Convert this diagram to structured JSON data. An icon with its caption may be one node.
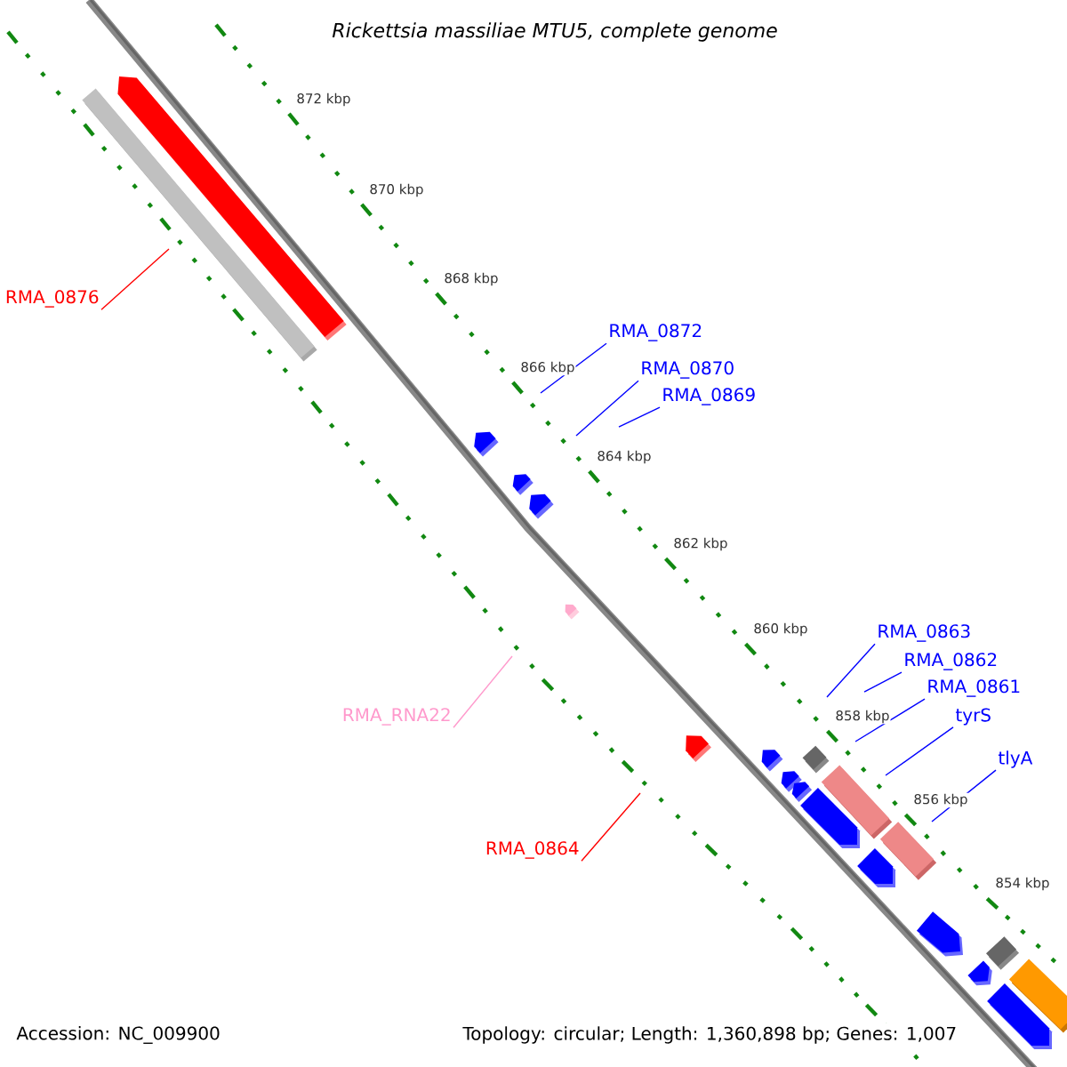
{
  "diagram": {
    "title": "*Rickettsia massiliae* MTU5, complete genome",
    "nodes": [
      {
        "text": [
          "RMA_0872"
        ]
      },
      {
        "text": [
          "RMA_0870"
        ]
      },
      {
        "text": [
          "RMA_0869"
        ]
      },
      {
        "text": [
          "RMA_0876"
        ]
      },
      {
        "text": [
          "RMA_0863"
        ]
      },
      {
        "text": [
          "RMA_0862"
        ]
      },
      {
        "text": [
          "RMA_0861"
        ]
      },
      {
        "text": [
          "RMA_RNA22"
        ]
      },
      {
        "text": [
          "tyrS"
        ]
      },
      {
        "text": [
          "tlyA"
        ]
      },
      {
        "text": [
          "RMA_0864"
        ]
      }
    ],
    "edges": [
      {
        "from": 0,
        "to": null,
        "arrow": "none"
      },
      {
        "from": 1,
        "to": null,
        "arrow": "none"
      },
      {
        "from": 2,
        "to": null,
        "arrow": "none"
      },
      {
        "from": 3,
        "to": null,
        "arrow": "none",
        "color": "#ff0000"
      },
      {
        "from": 4,
        "to": null,
        "arrow": "none"
      },
      {
        "from": 5,
        "to": null,
        "arrow": "none"
      },
      {
        "from": 6,
        "to": null,
        "arrow": "none"
      },
      {
        "from": 7,
        "to": null,
        "arrow": "none",
        "color": "#ff99cc"
      },
      {
        "from": 8,
        "to": null,
        "arrow": "none"
      },
      {
        "from": 9,
        "to": null,
        "arrow": "none"
      },
      {
        "from": 10,
        "to": null,
        "arrow": "none",
        "color": "#ff0000"
      }
    ],
    "labels": [
      "872 kbp",
      "870 kbp",
      "868 kbp",
      "866 kbp",
      "864 kbp",
      "862 kbp",
      "860 kbp",
      "858 kbp",
      "856 kbp",
      "854 kbp",
      "Accession: NC_009900",
      "Topology: circular; Length: 1,360,898 bp; Genes: 1,007"
    ]
  }
}
